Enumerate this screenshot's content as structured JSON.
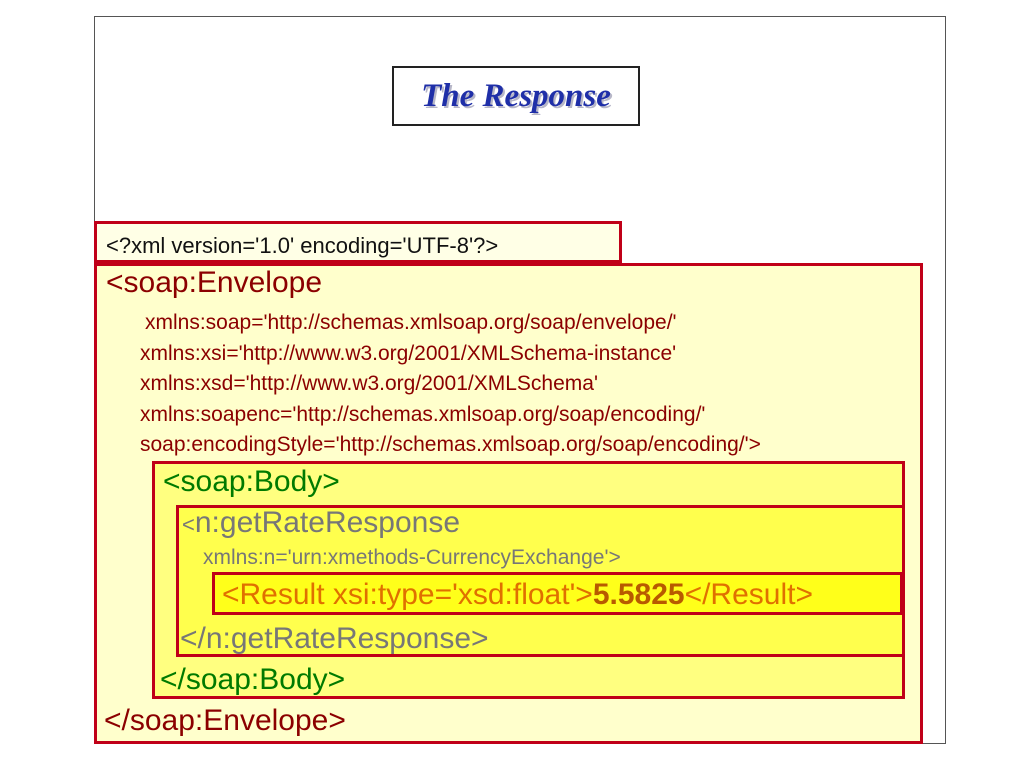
{
  "slide": {
    "title": "The Response"
  },
  "xml": {
    "declaration": "<?xml version='1.0' encoding='UTF-8'?>",
    "envelope_open": "<soap:Envelope",
    "namespaces": [
      "xmlns:soap='http://schemas.xmlsoap.org/soap/envelope/'",
      "xmlns:xsi='http://www.w3.org/2001/XMLSchema-instance'",
      "xmlns:xsd='http://www.w3.org/2001/XMLSchema'",
      "xmlns:soapenc='http://schemas.xmlsoap.org/soap/encoding/'",
      "soap:encodingStyle='http://schemas.xmlsoap.org/soap/encoding/'>"
    ],
    "body_open": "<soap:Body>",
    "response_open_lt": "<",
    "response_open_name": "n:getRateResponse",
    "response_ns": "xmlns:n='urn:xmethods-CurrencyExchange'>",
    "result_open": "<Result xsi:type='xsd:float'>",
    "result_value": "5.5825",
    "result_close": "</Result>",
    "response_close": "</n:getRateResponse>",
    "body_close": "</soap:Body>",
    "envelope_close": "</soap:Envelope>"
  },
  "colors": {
    "title": "#1f2fa8",
    "box_border": "#c00018",
    "envelope_text": "#8b0000",
    "body_text": "#007a00",
    "response_text": "#777777",
    "result_text": "#e07000"
  }
}
